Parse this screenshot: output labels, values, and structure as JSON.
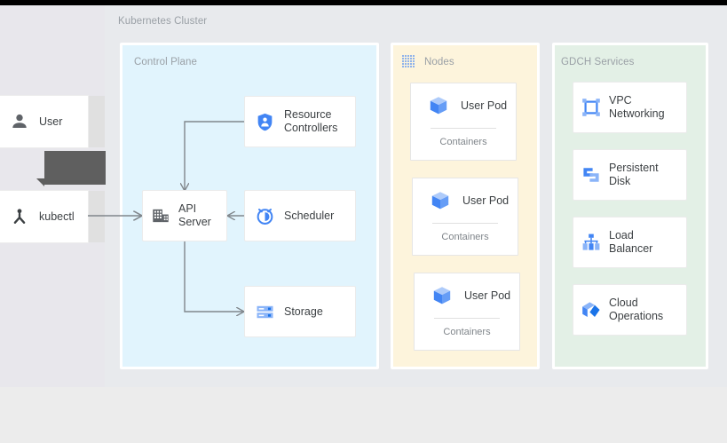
{
  "diagram": {
    "title": "Kubernetes Cluster",
    "colors": {
      "page_background": "#ececec",
      "client_backdrop": "#e8e7ec",
      "cluster_backdrop": "#e8eaed",
      "control_plane_fill": "#e1f4fd",
      "nodes_fill": "#fdf4dc",
      "gdch_fill": "#e3f0e6",
      "card_fill": "#ffffff",
      "accent_blue": "#4285f4",
      "icon_grey": "#5f6368",
      "connector": "#80868b",
      "tooltip": "#5f5f5f",
      "top_bar": "#000000"
    }
  },
  "client": {
    "items": [
      {
        "label": "User",
        "icon": "user-icon"
      },
      {
        "label": "kubectl",
        "icon": "kubectl-icon"
      }
    ]
  },
  "panels": [
    {
      "key": "control_plane",
      "title": "Control Plane",
      "icon": null
    },
    {
      "key": "nodes",
      "title": "Nodes",
      "icon": "dotted-grid-icon"
    },
    {
      "key": "gdch",
      "title": "GDCH Services",
      "icon": null
    }
  ],
  "control_plane": {
    "title": "Control Plane",
    "components": [
      {
        "label": "Resource\nControllers",
        "icon": "shield-person-icon"
      },
      {
        "label": "API\nServer",
        "icon": "building-icon"
      },
      {
        "label": "Scheduler",
        "icon": "clock-icon"
      },
      {
        "label": "Storage",
        "icon": "server-rack-icon"
      }
    ]
  },
  "nodes": {
    "title": "Nodes",
    "icon": "dotted-grid-icon",
    "pods": [
      {
        "label": "User Pod",
        "icon": "cube-icon",
        "sub_label": "Containers"
      },
      {
        "label": "User Pod",
        "icon": "cube-icon",
        "sub_label": "Containers"
      },
      {
        "label": "User Pod",
        "icon": "cube-icon",
        "sub_label": "Containers"
      }
    ]
  },
  "gdch": {
    "title": "GDCH Services",
    "services": [
      {
        "label": "VPC\nNetworking",
        "icon": "vpc-networking-icon"
      },
      {
        "label": "Persistent\nDisk",
        "icon": "persistent-disk-icon"
      },
      {
        "label": "Load\nBalancer",
        "icon": "load-balancer-icon"
      },
      {
        "label": "Cloud\nOperations",
        "icon": "cloud-operations-icon"
      }
    ]
  },
  "connections": [
    {
      "from": "kubectl",
      "to": "API Server"
    },
    {
      "from": "Resource Controllers",
      "to": "API Server"
    },
    {
      "from": "Scheduler",
      "to": "API Server"
    },
    {
      "from": "API Server",
      "to": "Storage"
    }
  ]
}
